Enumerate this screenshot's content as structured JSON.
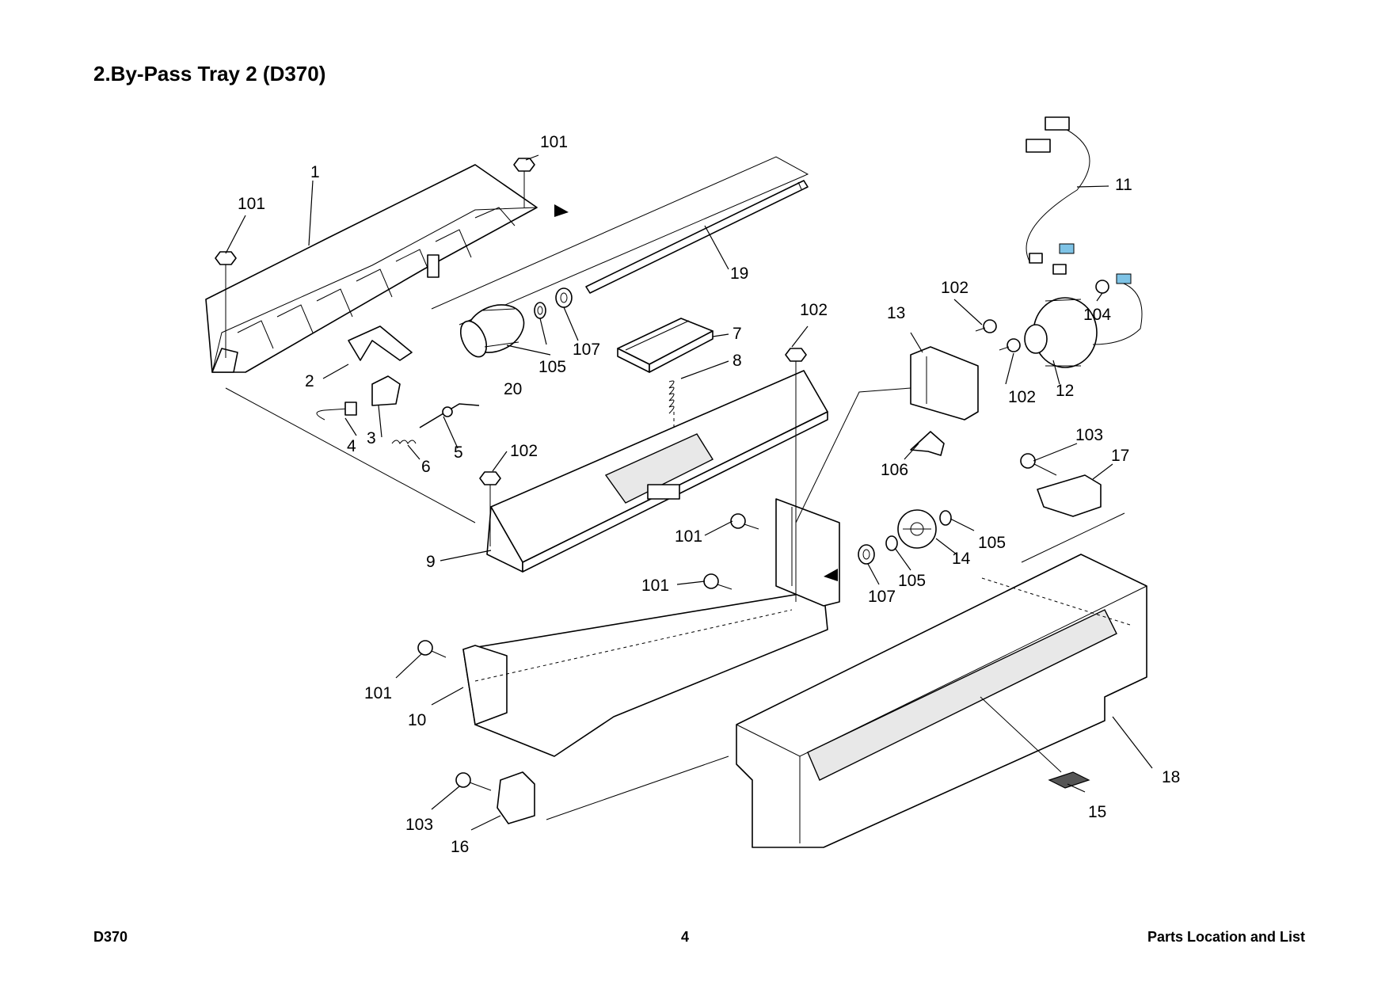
{
  "header": {
    "title": "2.By-Pass Tray 2 (D370)"
  },
  "footer": {
    "model": "D370",
    "page": "4",
    "section": "Parts Location and List"
  },
  "callouts": {
    "p1": "1",
    "p2": "2",
    "p3": "3",
    "p4": "4",
    "p5": "5",
    "p6": "6",
    "p7": "7",
    "p8": "8",
    "p9": "9",
    "p10": "10",
    "p11": "11",
    "p12": "12",
    "p13": "13",
    "p14": "14",
    "p15": "15",
    "p16": "16",
    "p17": "17",
    "p18": "18",
    "p19": "19",
    "p20": "20",
    "s101a": "101",
    "s101b": "101",
    "s101c": "101",
    "s101d": "101",
    "s101e": "101",
    "s102a": "102",
    "s102b": "102",
    "s102c": "102",
    "s102d": "102",
    "s103a": "103",
    "s103b": "103",
    "s104": "104",
    "s105a": "105",
    "s105b": "105",
    "s105c": "105",
    "s106": "106",
    "s107a": "107",
    "s107b": "107"
  },
  "colors": {
    "connector": "#7ec3e6",
    "line": "#000000",
    "background": "#ffffff"
  }
}
